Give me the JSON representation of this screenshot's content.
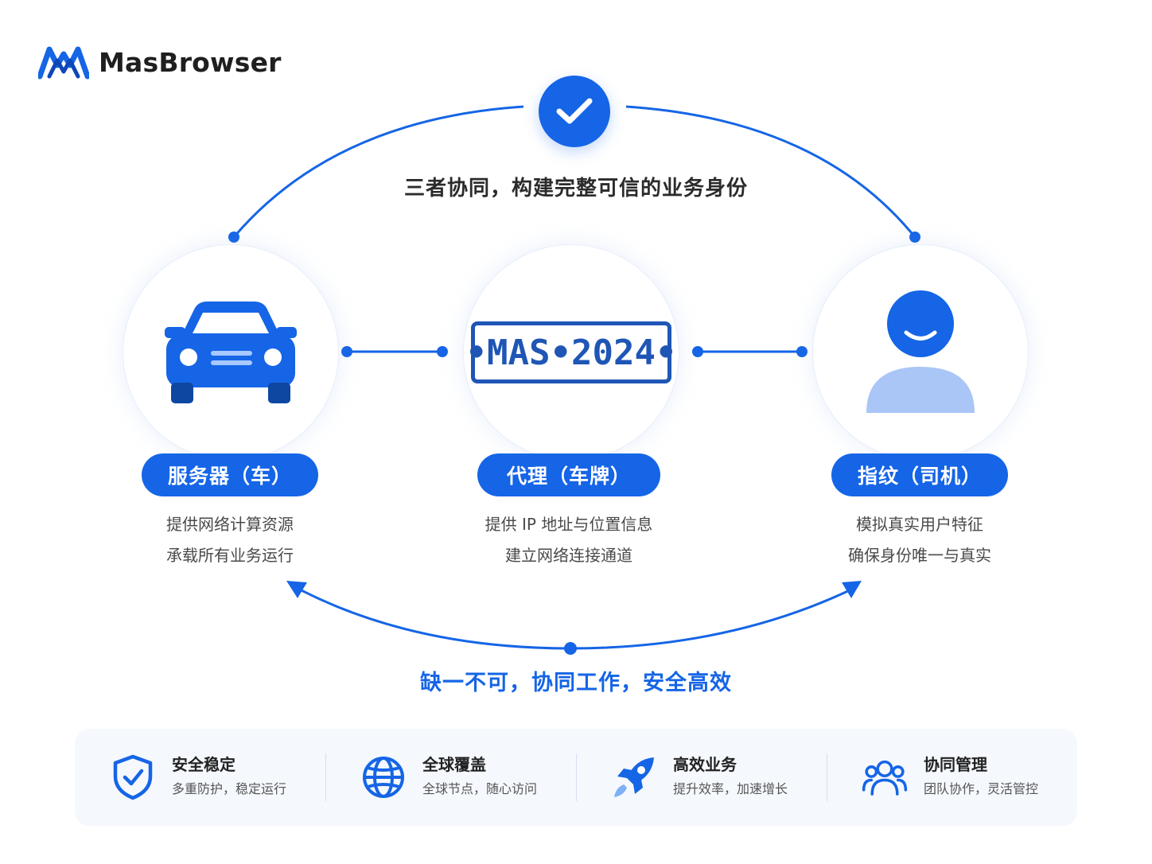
{
  "brand": {
    "name": "MasBrowser",
    "primary_color": "#1565e6",
    "logo_icon": "masbrowser-logo-icon"
  },
  "headline": "三者协同，构建完整可信的业务身份",
  "nodes": [
    {
      "id": "car",
      "icon": "car-icon",
      "label": "服务器（车）",
      "lines": [
        "提供网络计算资源",
        "承载所有业务运行"
      ]
    },
    {
      "id": "plate",
      "icon": "license-plate-icon",
      "plate_text": "•MAS•2024•",
      "label": "代理（车牌）",
      "lines": [
        "提供 IP 地址与位置信息",
        "建立网络连接通道"
      ]
    },
    {
      "id": "person",
      "icon": "person-icon",
      "label": "指纹（司机）",
      "lines": [
        "模拟真实用户特征",
        "确保身份唯一与真实"
      ]
    }
  ],
  "tagline": "缺一不可，协同工作，安全高效",
  "features": [
    {
      "icon": "shield-check-icon",
      "title": "安全稳定",
      "subtitle": "多重防护，稳定运行"
    },
    {
      "icon": "globe-icon",
      "title": "全球覆盖",
      "subtitle": "全球节点，随心访问"
    },
    {
      "icon": "rocket-icon",
      "title": "高效业务",
      "subtitle": "提升效率，加速增长"
    },
    {
      "icon": "team-icon",
      "title": "协同管理",
      "subtitle": "团队协作，灵活管控"
    }
  ]
}
